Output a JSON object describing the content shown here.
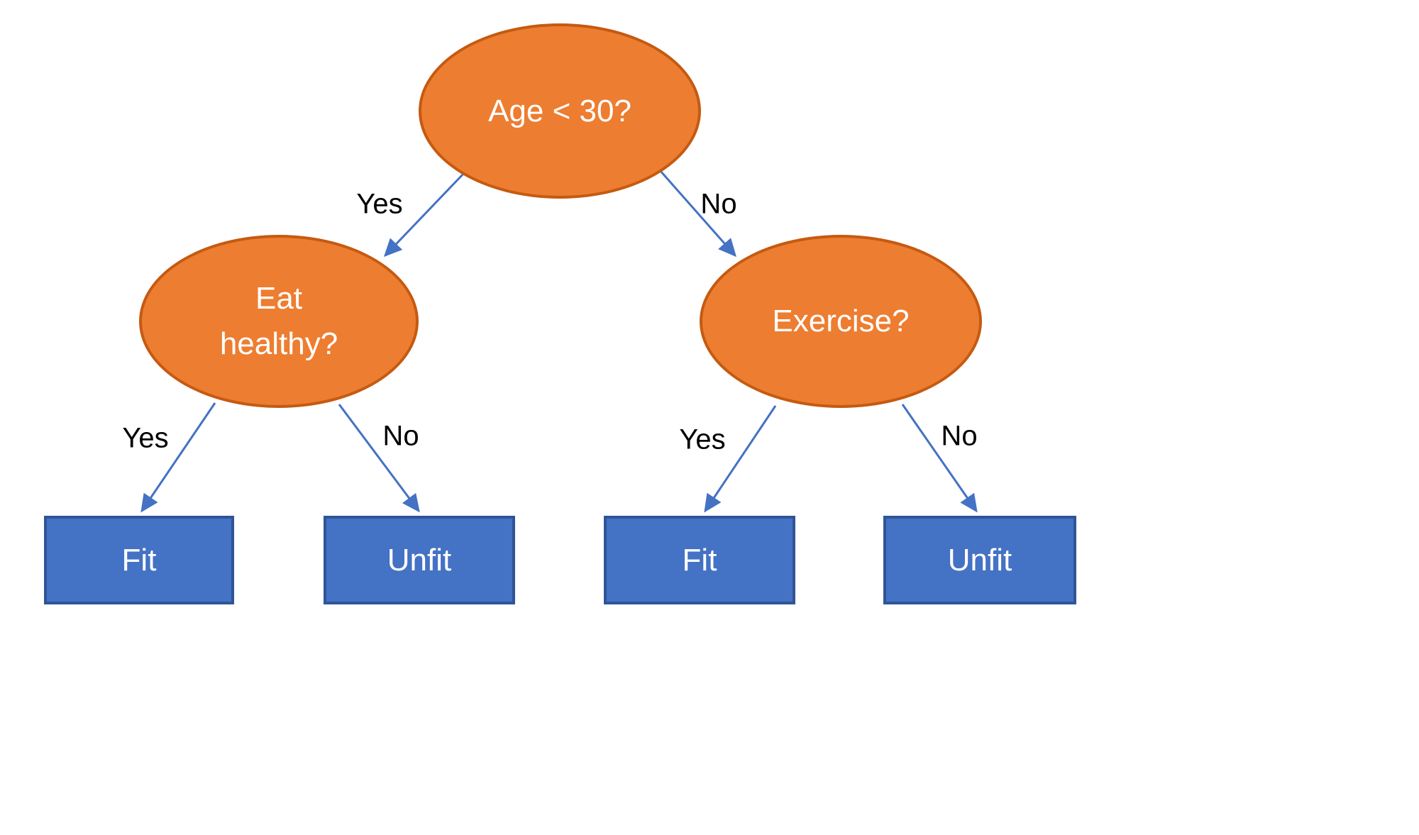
{
  "diagram": {
    "type": "decision-tree",
    "colors": {
      "node_fill": "#ED7D31",
      "node_border": "#C55A11",
      "leaf_fill": "#4472C4",
      "leaf_border": "#2F5597",
      "arrow": "#4472C4",
      "edge_label": "#000000",
      "node_text": "#FFFFFF"
    },
    "nodes": {
      "root": {
        "label": "Age < 30?"
      },
      "eat_healthy": {
        "label": "Eat healthy?"
      },
      "exercise": {
        "label": "Exercise?"
      }
    },
    "leaves": {
      "left_fit": {
        "label": "Fit"
      },
      "left_unfit": {
        "label": "Unfit"
      },
      "right_fit": {
        "label": "Fit"
      },
      "right_unfit": {
        "label": "Unfit"
      }
    },
    "edges": {
      "root_yes": {
        "label": "Yes"
      },
      "root_no": {
        "label": "No"
      },
      "eat_yes": {
        "label": "Yes"
      },
      "eat_no": {
        "label": "No"
      },
      "exercise_yes": {
        "label": "Yes"
      },
      "exercise_no": {
        "label": "No"
      }
    }
  }
}
